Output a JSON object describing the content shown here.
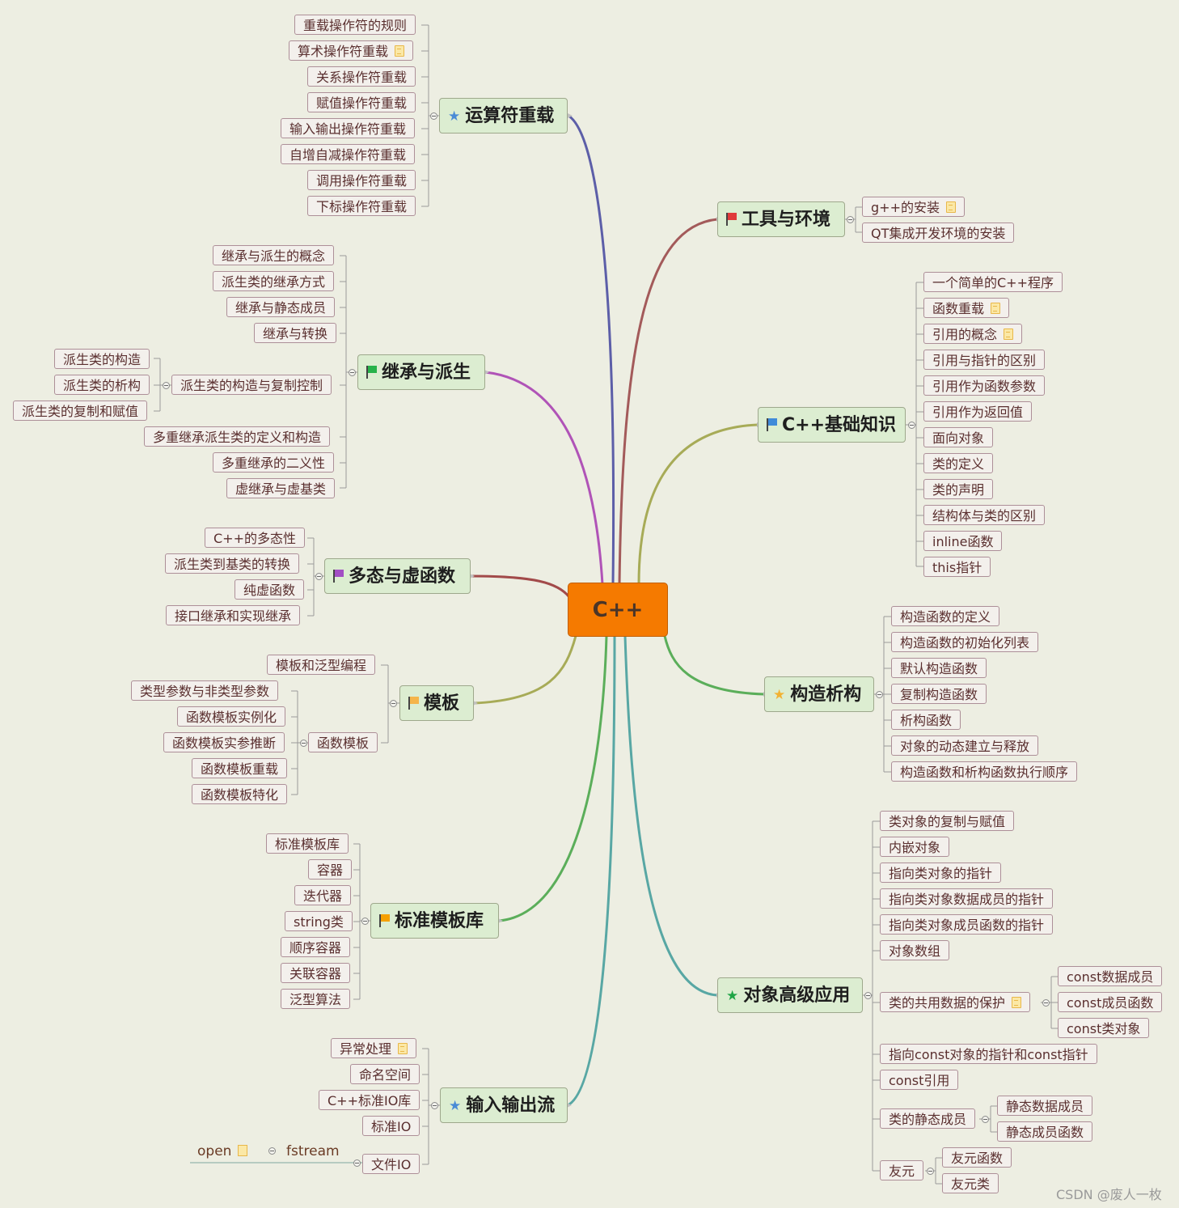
{
  "central": "C++",
  "watermark": "CSDN @废人一枚",
  "topics": {
    "operator": {
      "label": "运算符重载",
      "icon": "star-icon",
      "color": "#4a8bd6",
      "items": [
        "重载操作符的规则",
        "算术操作符重载",
        "关系操作符重载",
        "赋值操作符重载",
        "输入输出操作符重载",
        "自增自减操作符重载",
        "调用操作符重载",
        "下标操作符重载"
      ]
    },
    "tools": {
      "label": "工具与环境",
      "icon": "red-flag-icon",
      "color": "#e03a3a",
      "items": [
        "g++的安装",
        "QT集成开发环境的安装"
      ]
    },
    "inherit": {
      "label": "继承与派生",
      "icon": "green-flag-icon",
      "color": "#27b24a",
      "items": [
        "继承与派生的概念",
        "派生类的继承方式",
        "继承与静态成员",
        "继承与转换",
        "派生类的构造与复制控制",
        "多重继承派生类的定义和构造",
        "多重继承的二义性",
        "虚继承与虚基类"
      ],
      "sub_items": [
        "派生类的构造",
        "派生类的析构",
        "派生类的复制和赋值"
      ]
    },
    "basics": {
      "label": "C++基础知识",
      "icon": "blue-flag-icon",
      "color": "#3f8bd9",
      "items": [
        "一个简单的C++程序",
        "函数重载",
        "引用的概念",
        "引用与指针的区别",
        "引用作为函数参数",
        "引用作为返回值",
        "面向对象",
        "类的定义",
        "类的声明",
        "结构体与类的区别",
        "inline函数",
        "this指针"
      ]
    },
    "poly": {
      "label": "多态与虚函数",
      "icon": "purple-flag-icon",
      "color": "#a24ec4",
      "items": [
        "C++的多态性",
        "派生类到基类的转换",
        "纯虚函数",
        "接口继承和实现继承"
      ]
    },
    "ctor": {
      "label": "构造析构",
      "icon": "gold-star-icon",
      "color": "#f2b233",
      "items": [
        "构造函数的定义",
        "构造函数的初始化列表",
        "默认构造函数",
        "复制构造函数",
        "析构函数",
        "对象的动态建立与释放",
        "构造函数和析构函数执行顺序"
      ]
    },
    "template": {
      "label": "模板",
      "icon": "light-orange-flag-icon",
      "color": "#f5b54a",
      "items": [
        "模板和泛型编程",
        "函数模板"
      ],
      "sub_items": [
        "类型参数与非类型参数",
        "函数模板实例化",
        "函数模板实参推断",
        "函数模板重载",
        "函数模板特化"
      ]
    },
    "stl": {
      "label": "标准模板库",
      "icon": "orange-flag-icon",
      "color": "#f5a100",
      "items": [
        "标准模板库",
        "容器",
        "迭代器",
        "string类",
        "顺序容器",
        "关联容器",
        "泛型算法"
      ]
    },
    "advanced": {
      "label": "对象高级应用",
      "icon": "green-star-icon",
      "color": "#1fa546",
      "items": [
        "类对象的复制与赋值",
        "内嵌对象",
        "指向类对象的指针",
        "指向类对象数据成员的指针",
        "指向类对象成员函数的指针",
        "对象数组",
        "类的共用数据的保护",
        "指向const对象的指针和const指针",
        "const引用",
        "类的静态成员",
        "友元"
      ],
      "protect_items": [
        "const数据成员",
        "const成员函数",
        "const类对象"
      ],
      "static_items": [
        "静态数据成员",
        "静态成员函数"
      ],
      "friend_items": [
        "友元函数",
        "友元类"
      ]
    },
    "io": {
      "label": "输入输出流",
      "icon": "star-icon",
      "color": "#4a8bd6",
      "items": [
        "异常处理",
        "命名空间",
        "C++标准IO库",
        "标准IO",
        "文件IO"
      ],
      "file_items": [
        "fstream",
        "open"
      ]
    }
  }
}
